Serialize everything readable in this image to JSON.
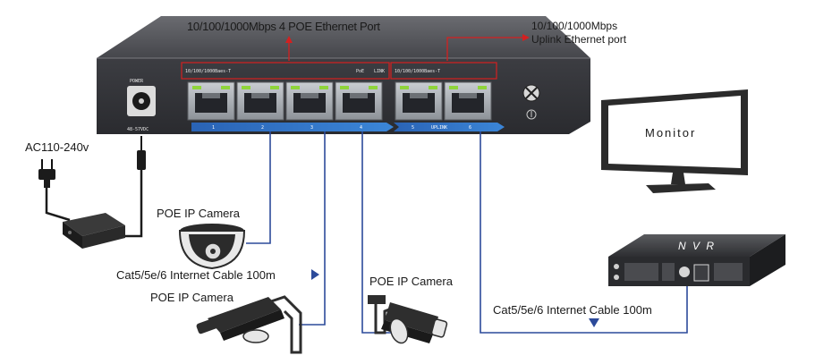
{
  "labels": {
    "poe_ports": "10/100/1000Mbps 4 POE Ethernet Port",
    "uplink_line1": "10/100/1000Mbps",
    "uplink_line2": "Uplink Ethernet port",
    "power_label": "POWER",
    "power_voltage": "48-57VDC",
    "ac_input": "AC110-240v",
    "camera_dome": "POE IP Camera",
    "camera_bullet_left": "POE IP Camera",
    "camera_bullet_right": "POE IP Camera",
    "cable_left": "Cat5/5e/6 Internet Cable 100m",
    "cable_right": "Cat5/5e/6 Internet Cable 100m",
    "monitor": "Monitor",
    "nvr": "N V R",
    "switch_poe_group": "10/100/1000Baes-T",
    "switch_poe_tag": "PoE",
    "switch_link_tag": "LINK",
    "switch_uplink_group": "10/100/1000Baes-T",
    "uplink_tag": "UPLINK"
  },
  "port_numbers": [
    "1",
    "2",
    "3",
    "4",
    "5",
    "6"
  ],
  "colors": {
    "switch_body": "#3b3b3f",
    "switch_top": "#55565b",
    "accent_red": "#d42020",
    "cable_blue": "#2c4a9a",
    "port_led": "#8fd43a",
    "port_strip": "#2f6fc0"
  },
  "icons": [
    "power-plug-icon",
    "power-adapter-icon",
    "dome-camera-icon",
    "bullet-camera-icon",
    "monitor-icon",
    "nvr-icon",
    "ground-screw-icon"
  ]
}
